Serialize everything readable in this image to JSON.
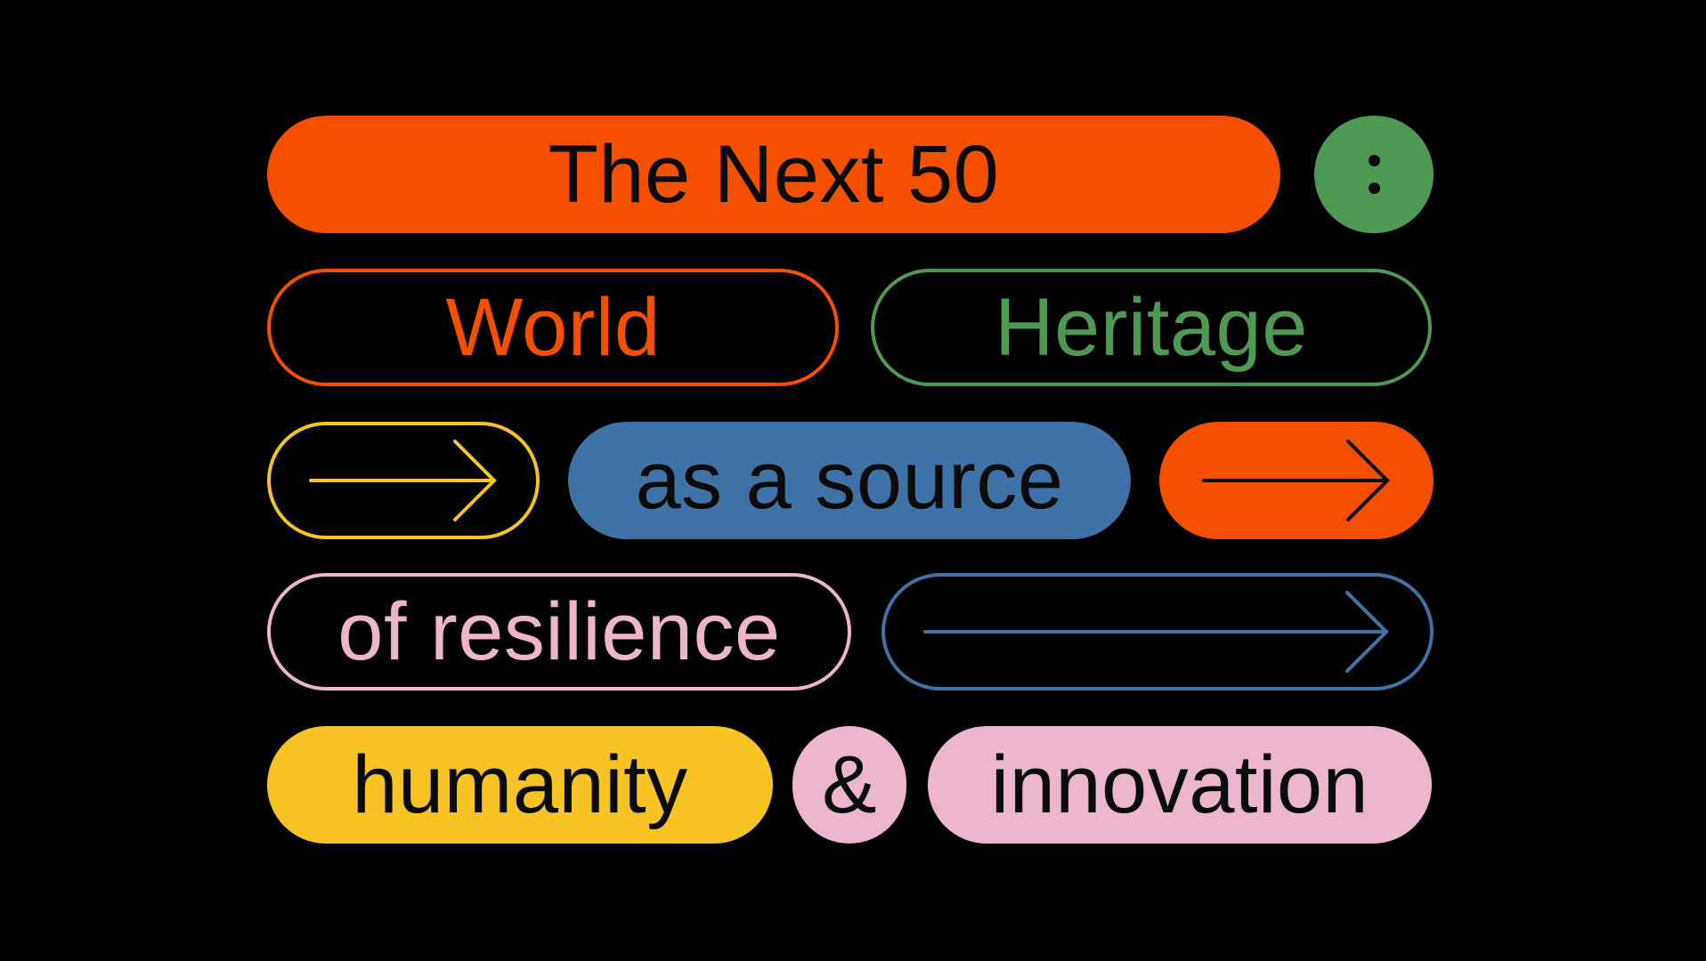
{
  "colors": {
    "background": "#000000",
    "orange": "#F55000",
    "green": "#4E9A53",
    "blue": "#3F73A8",
    "yellow": "#F8C425",
    "pink": "#EEB6CC",
    "dark_text": "#0b0b0b"
  },
  "rows": {
    "row1": {
      "title": "The Next 50",
      "colon": ":"
    },
    "row2": {
      "word_left": "World",
      "word_right": "Heritage"
    },
    "row3": {
      "arrow_left_icon": "arrow-right-icon",
      "phrase": "as a source",
      "arrow_right_icon": "arrow-right-icon"
    },
    "row4": {
      "phrase": "of resilience",
      "arrow_icon": "arrow-right-icon"
    },
    "row5": {
      "word_left": "humanity",
      "ampersand": "&",
      "word_right": "innovation"
    }
  }
}
